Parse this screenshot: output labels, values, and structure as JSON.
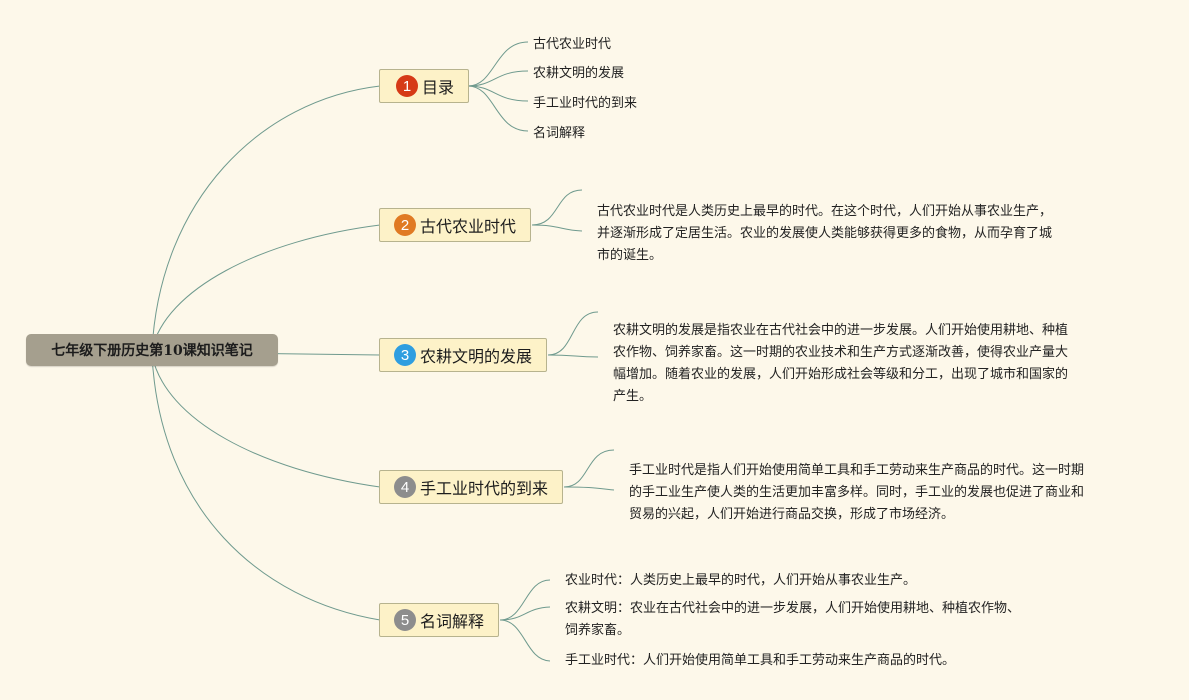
{
  "root": {
    "title": "七年级下册历史第10课知识笔记"
  },
  "branches": [
    {
      "num": "1",
      "label": "目录",
      "color": "#d63a16",
      "items": [
        "古代农业时代",
        "农耕文明的发展",
        "手工业时代的到来",
        "名词解释"
      ]
    },
    {
      "num": "2",
      "label": "古代农业时代",
      "color": "#e07a22",
      "lines": [
        "古代农业时代是人类历史上最早的时代。在这个时代，人们开始从事农业生产，",
        "并逐渐形成了定居生活。农业的发展使人类能够获得更多的食物，从而孕育了城",
        "市的诞生。"
      ]
    },
    {
      "num": "3",
      "label": "农耕文明的发展",
      "color": "#2f9ee0",
      "lines": [
        "农耕文明的发展是指农业在古代社会中的进一步发展。人们开始使用耕地、种植",
        "农作物、饲养家畜。这一时期的农业技术和生产方式逐渐改善，使得农业产量大",
        "幅增加。随着农业的发展，人们开始形成社会等级和分工，出现了城市和国家的",
        "产生。"
      ]
    },
    {
      "num": "4",
      "label": "手工业时代的到来",
      "color": "#8d8d8d",
      "lines": [
        "手工业时代是指人们开始使用简单工具和手工劳动来生产商品的时代。这一时期",
        "的手工业生产使人类的生活更加丰富多样。同时，手工业的发展也促进了商业和",
        "贸易的兴起，人们开始进行商品交换，形成了市场经济。"
      ]
    },
    {
      "num": "5",
      "label": "名词解释",
      "color": "#8d8d8d",
      "terms": [
        {
          "lines": [
            "农业时代：人类历史上最早的时代，人们开始从事农业生产。"
          ]
        },
        {
          "lines": [
            "农耕文明：农业在古代社会中的进一步发展，人们开始使用耕地、种植农作物、",
            "饲养家畜。"
          ]
        },
        {
          "lines": [
            "手工业时代：人们开始使用简单工具和手工劳动来生产商品的时代。"
          ]
        }
      ]
    }
  ]
}
